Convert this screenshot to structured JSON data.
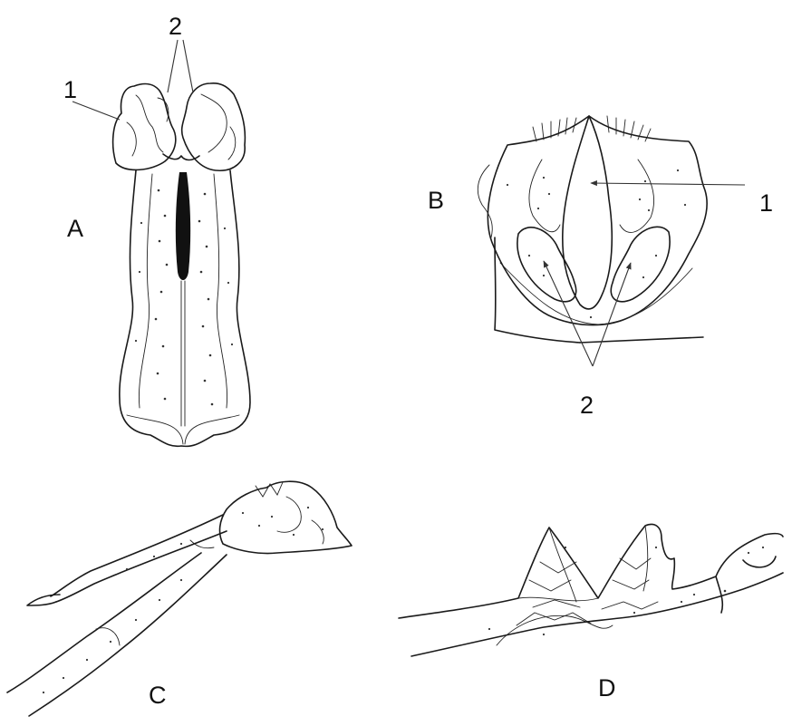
{
  "figure": {
    "panels": [
      {
        "id": "A",
        "letter": "A",
        "callouts": [
          "1",
          "2"
        ]
      },
      {
        "id": "B",
        "letter": "B",
        "callouts": [
          "1",
          "2"
        ]
      },
      {
        "id": "C",
        "letter": "C"
      },
      {
        "id": "D",
        "letter": "D"
      }
    ]
  }
}
